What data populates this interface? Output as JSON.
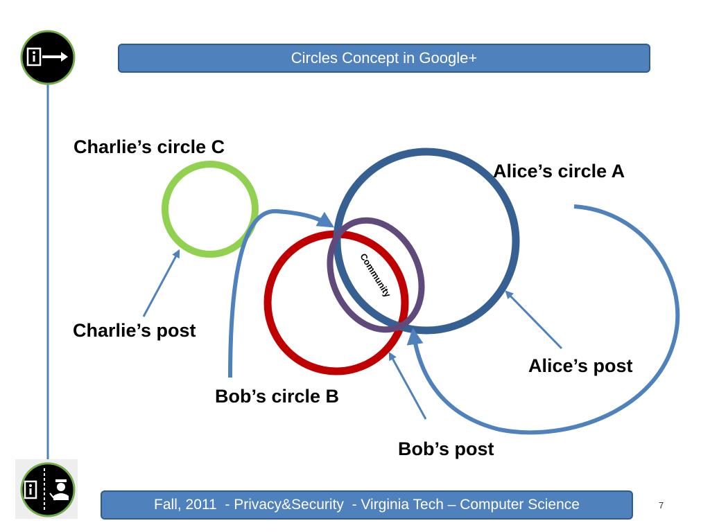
{
  "title": "Circles Concept in Google+",
  "footer": "Fall, 2011  - Privacy&Security  - Virginia Tech – Computer Science",
  "page_number": "7",
  "labels": {
    "charlie_circle": "Charlie’s circle C",
    "alice_circle": "Alice’s circle A",
    "charlie_post": "Charlie’s post",
    "alice_post": "Alice’s post",
    "bob_circle": "Bob’s circle B",
    "bob_post": "Bob’s post",
    "community": "Community"
  },
  "colors": {
    "accent": "#4f81bd",
    "circle_a": "#376092",
    "circle_b": "#c00000",
    "circle_c": "#92d050",
    "community": "#604a7b",
    "arrow": "#4f81bd",
    "sidebar_accent": "#70ad47"
  },
  "icons": {
    "top": "exit-door-arrow-icon",
    "bottom": "user-officer-icon"
  }
}
